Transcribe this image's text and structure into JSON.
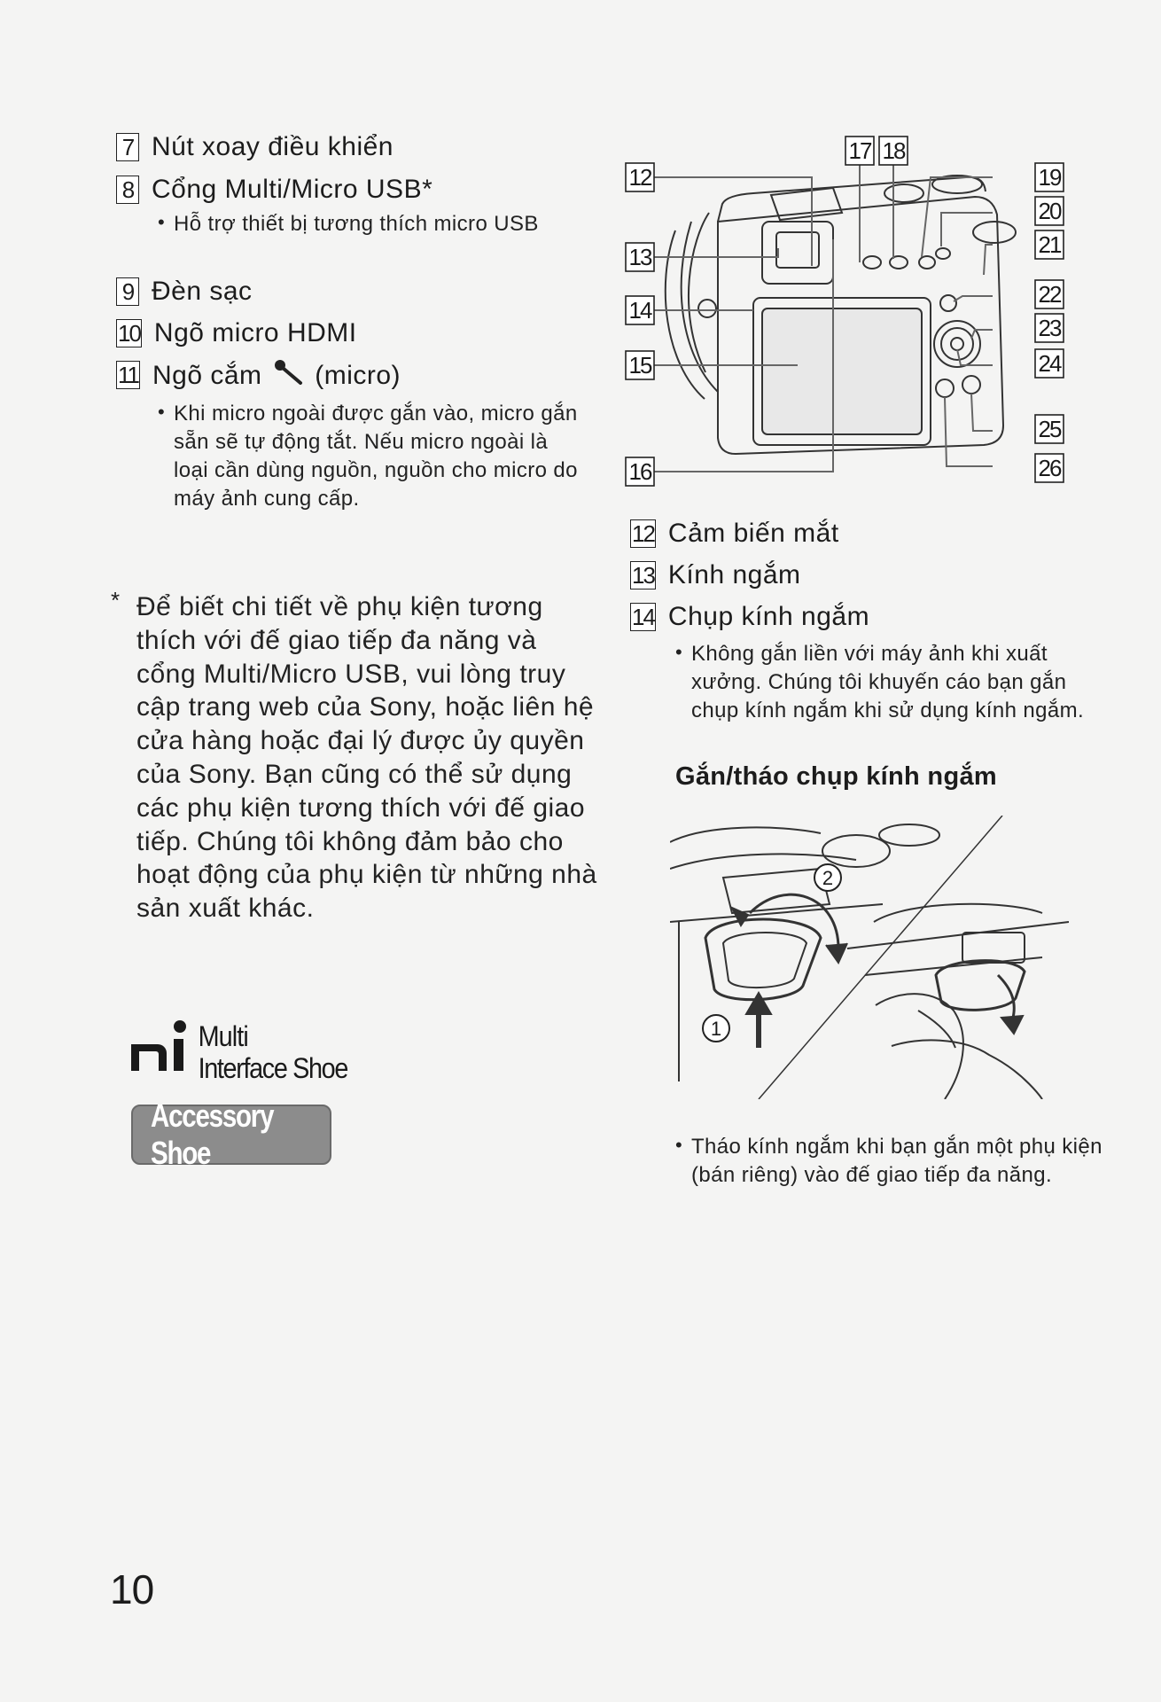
{
  "left_items": [
    {
      "num": "7",
      "label": "Nút xoay điều khiển"
    },
    {
      "num": "8",
      "label": "Cổng Multi/Micro USB*"
    },
    {
      "num": "9",
      "label": "Đèn sạc"
    },
    {
      "num": "10",
      "label": "Ngõ micro HDMI"
    },
    {
      "num": "11",
      "label_before": "Ngõ cắm",
      "label_after": "(micro)",
      "icon": "microphone-icon"
    }
  ],
  "left_bullets": {
    "usb": "Hỗ trợ thiết bị tương thích micro USB",
    "mic": "Khi micro ngoài được gắn vào, micro gắn sẵn sẽ tự động tắt. Nếu micro ngoài là loại cần dùng nguồn, nguồn cho micro do máy ảnh cung cấp."
  },
  "footnote": {
    "mark": "*",
    "text": "Để biết chi tiết về phụ kiện tương thích với đế giao tiếp đa năng và cổng Multi/Micro USB, vui lòng truy cập trang web của Sony, hoặc liên hệ cửa hàng hoặc đại lý được ủy quyền của Sony. Bạn cũng có thể sử dụng các phụ kiện tương thích với đế giao tiếp. Chúng tôi không đảm bảo cho hoạt động của phụ kiện từ những nhà sản xuất khác."
  },
  "logos": {
    "mi_line1": "Multi",
    "mi_line2": "Interface Shoe",
    "accessory": "Accessory Shoe"
  },
  "diagram_callouts": [
    "12",
    "13",
    "14",
    "15",
    "16",
    "17",
    "18",
    "19",
    "20",
    "21",
    "22",
    "23",
    "24",
    "25",
    "26"
  ],
  "right_items": [
    {
      "num": "12",
      "label": "Cảm biến mắt"
    },
    {
      "num": "13",
      "label": "Kính ngắm"
    },
    {
      "num": "14",
      "label": "Chụp kính ngắm"
    }
  ],
  "right_bullets": {
    "eyecup": "Không gắn liền với máy ảnh khi xuất xưởng. Chúng tôi khuyến cáo bạn gắn chụp kính ngắm khi sử dụng kính ngắm.",
    "remove": "Tháo kính ngắm khi bạn gắn một phụ kiện (bán riêng) vào đế giao tiếp đa năng."
  },
  "sub_heading": "Gắn/tháo chụp kính ngắm",
  "steps": [
    "1",
    "2"
  ],
  "page_number": "10"
}
